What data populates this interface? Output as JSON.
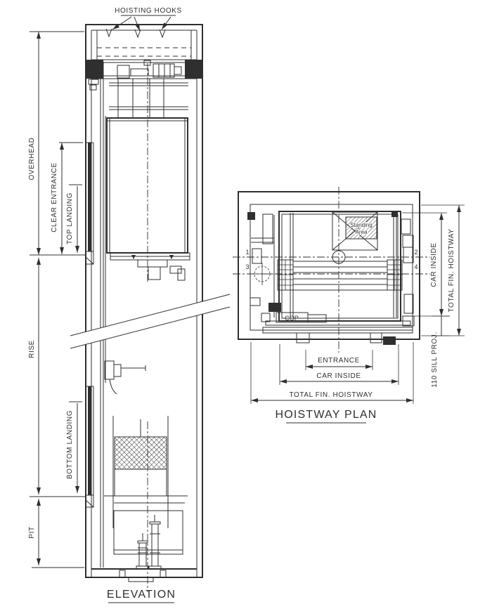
{
  "page": {
    "background": "#ffffff",
    "line_color": "#2f2f2f"
  },
  "elevation": {
    "title": "ELEVATION",
    "hoisting_hooks_label": "HOISTING HOOKS",
    "dims": {
      "overhead": "OVERHEAD",
      "clear_entrance": "CLEAR ENTRANCE",
      "top_landing": "TOP LANDING",
      "rise": "RISE",
      "bottom_landing": "BOTTOM LANDING",
      "pit": "PIT"
    }
  },
  "plan": {
    "title": "HOISTWAY PLAN",
    "labels": {
      "standing_area_line1": "Standing",
      "standing_area_line2": "Area",
      "cop": "COP",
      "marker_1": "1",
      "marker_2": "2",
      "marker_3": "3",
      "marker_4": "4"
    },
    "dims": {
      "entrance": "ENTRANCE",
      "car_inside_bottom": "CAR INSIDE",
      "total_fin_hoistway_bottom": "TOTAL FIN. HOISTWAY",
      "car_inside_right": "CAR INSIDE",
      "total_fin_hoistway_right": "TOTAL FIN. HOISTWAY",
      "sill_projection": "110 SILL PROJ."
    }
  }
}
